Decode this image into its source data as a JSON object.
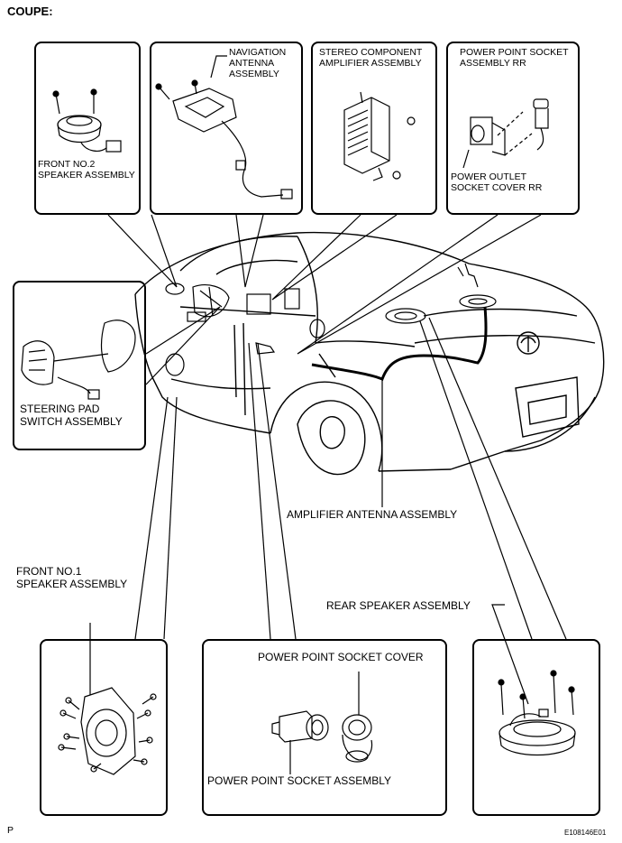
{
  "header": {
    "title": "COUPE:"
  },
  "callouts": {
    "front_no2_speaker": "FRONT NO.2\nSPEAKER ASSEMBLY",
    "navigation_antenna": "NAVIGATION\nANTENNA\nASSEMBLY",
    "stereo_amplifier": "STEREO COMPONENT\nAMPLIFIER ASSEMBLY",
    "power_point_socket_rr": "POWER POINT SOCKET\nASSEMBLY RR",
    "power_outlet_cover_rr": "POWER OUTLET\nSOCKET COVER RR",
    "steering_pad_switch": "STEERING PAD\nSWITCH ASSEMBLY",
    "amplifier_antenna": "AMPLIFIER ANTENNA ASSEMBLY",
    "front_no1_speaker": "FRONT NO.1\nSPEAKER ASSEMBLY",
    "rear_speaker": "REAR SPEAKER ASSEMBLY",
    "power_point_socket_cover": "POWER POINT SOCKET COVER",
    "power_point_socket": "POWER POINT SOCKET ASSEMBLY"
  },
  "footer": {
    "page_mark": "P",
    "figure_code": "E108146E01"
  }
}
